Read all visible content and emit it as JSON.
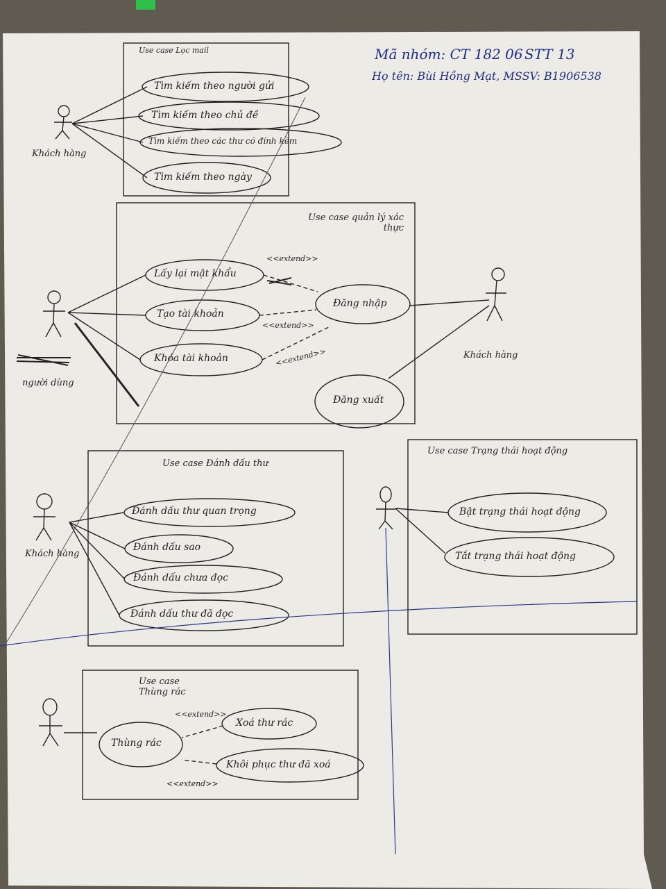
{
  "header": {
    "group": "Mã nhóm: CT 182 06",
    "stt": "STT 13",
    "student": "Họ tên: Bùi Hồng Mạt, MSSV: B1906538"
  },
  "stereotype": "<<extend>>",
  "diagram1": {
    "title": "Use case Lọc mail",
    "actor": "Khách hàng",
    "use_cases": [
      "Tìm kiếm theo người gửi",
      "Tìm kiếm theo chủ đề",
      "Tìm kiếm theo các thư có đính kèm",
      "Tìm kiếm theo ngày"
    ]
  },
  "diagram2": {
    "title": "Use case quản lý xác thực",
    "actor_left": "người dùng",
    "actor_right": "Khách hàng",
    "use_cases": [
      "Lấy lại mật khẩu",
      "Tạo tài khoản",
      "Khóa tài khoản",
      "Đăng nhập",
      "Đăng xuất"
    ]
  },
  "diagram3": {
    "title": "Use case Đánh dấu thư",
    "actor": "Khách hàng",
    "use_cases": [
      "Đánh dấu thư quan trọng",
      "Đánh dấu sao",
      "Đánh dấu chưa đọc",
      "Đánh dấu thư đã đọc"
    ]
  },
  "diagram4": {
    "title": "Use case Trạng thái hoạt động",
    "use_cases": [
      "Bật trạng thái hoạt động",
      "Tắt trạng thái hoạt động"
    ]
  },
  "diagram5": {
    "title": "Use case Thùng rác",
    "use_cases": [
      "Thùng rác",
      "Xoá thư rác",
      "Khôi phục thư đã xoá"
    ]
  }
}
